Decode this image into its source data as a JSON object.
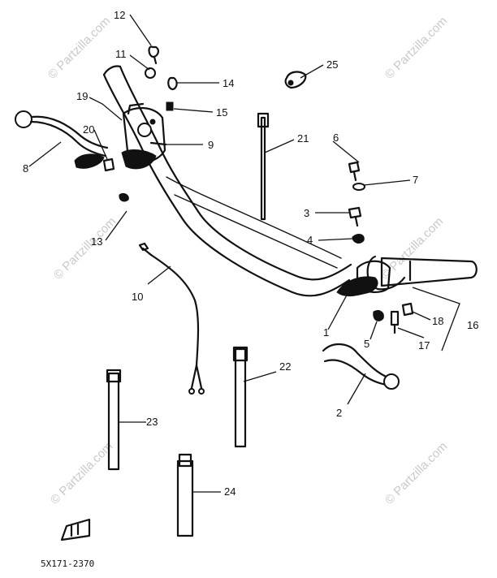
{
  "watermark": "© Partzilla.com",
  "diagram_code": "5X171-2370",
  "callouts": {
    "n1": "1",
    "n2": "2",
    "n3": "3",
    "n4": "4",
    "n5": "5",
    "n6": "6",
    "n7": "7",
    "n8": "8",
    "n9": "9",
    "n10": "10",
    "n11": "11",
    "n12": "12",
    "n13": "13",
    "n14": "14",
    "n15": "15",
    "n16": "16",
    "n17": "17",
    "n18": "18",
    "n19": "19",
    "n20": "20",
    "n21": "21",
    "n22": "22",
    "n23": "23",
    "n24": "24",
    "n25": "25"
  }
}
